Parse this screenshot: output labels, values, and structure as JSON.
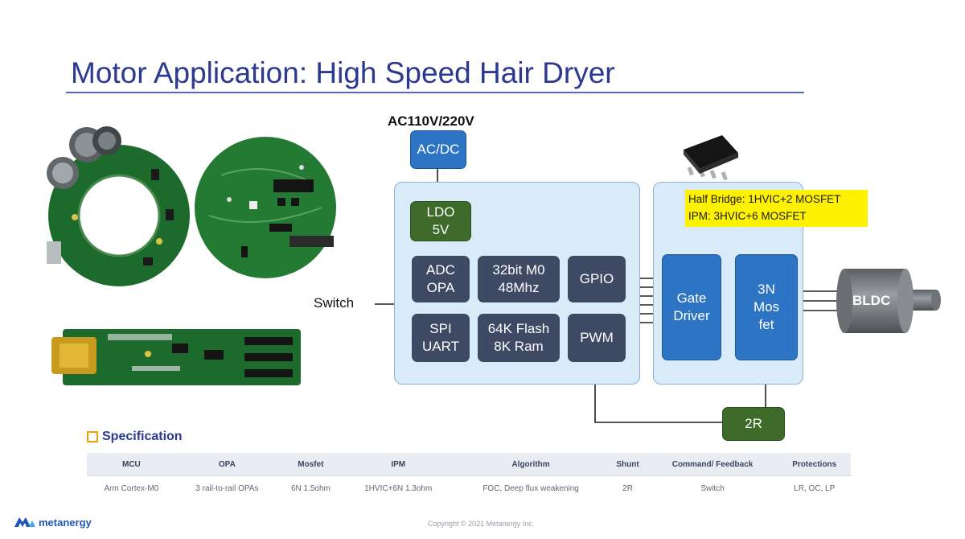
{
  "title": "Motor Application: High Speed Hair Dryer",
  "diagram": {
    "input_label": "AC110V/220V",
    "acdc": "AC/DC",
    "ldo": [
      "LDO",
      "5V"
    ],
    "adc": [
      "ADC",
      "OPA"
    ],
    "cpu": [
      "32bit M0",
      "48Mhz"
    ],
    "gpio": "GPIO",
    "spi": [
      "SPI",
      "UART"
    ],
    "flash": [
      "64K Flash",
      "8K Ram"
    ],
    "pwm": "PWM",
    "switch_label": "Switch",
    "gate_driver": [
      "Gate",
      "Driver"
    ],
    "mosfet": [
      "3N",
      "Mos",
      "fet"
    ],
    "motor": "BLDC",
    "shunt": "2R",
    "highlight": [
      "Half Bridge: 1HVIC+2 MOSFET",
      "IPM: 3HVIC+6 MOSFET"
    ],
    "colors": {
      "panel": "#d9ebf8",
      "dark_block": "#3e4a64",
      "blue_block": "#2d74c4",
      "green_block": "#3f6b2a",
      "highlight": "#fff200",
      "title": "#2b3990"
    }
  },
  "specification": {
    "title": "Specification",
    "headers": [
      "MCU",
      "OPA",
      "Mosfet",
      "IPM",
      "Algorithm",
      "Shunt",
      "Command/ Feedback",
      "Protections"
    ],
    "row": [
      "Arm Cortex-M0",
      "3 rail-to-rail OPAs",
      "6N 1.5ohm",
      "1HVIC+6N 1.3ohm",
      "FOC, Deep flux weakening",
      "2R",
      "Switch",
      "LR, OC, LP"
    ]
  },
  "footer": {
    "logo": "metanergy",
    "copyright": "Copyright © 2021 Metanergy Inc."
  }
}
